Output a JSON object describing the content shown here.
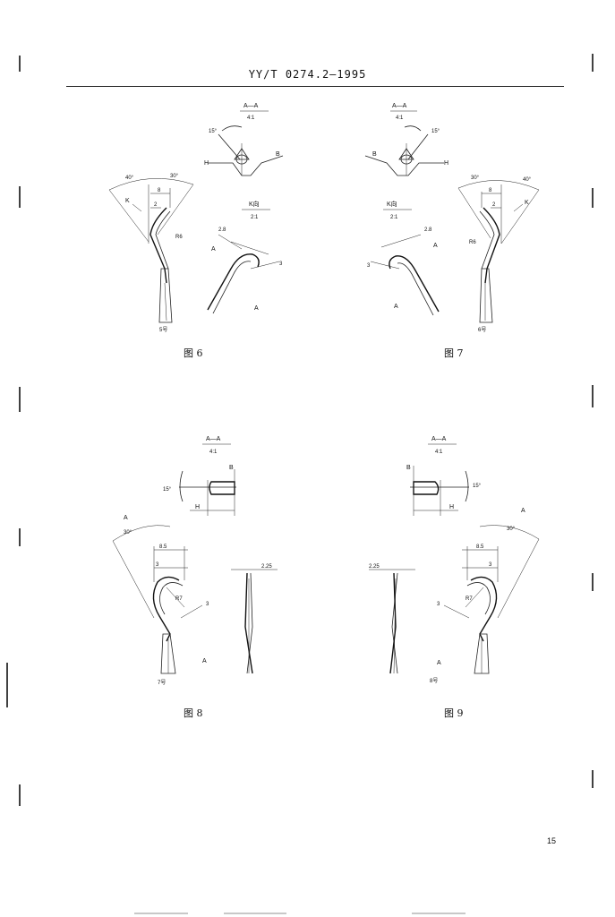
{
  "header": {
    "standard": "YY/T 0274.2—1995"
  },
  "page_number": "15",
  "figures": [
    {
      "caption": "图 6",
      "number_label": "5号",
      "section": {
        "title": "A—A",
        "scale": "4:1",
        "angle": "15°",
        "h": "H",
        "b": "B"
      },
      "view": {
        "title": "K向",
        "scale": "2:1",
        "d1": "2.8",
        "d2": "3",
        "a1": "A",
        "a2": "A"
      },
      "main": {
        "ang1": "40°",
        "ang2": "30°",
        "d8": "8",
        "d2": "2",
        "k": "K",
        "r": "R6"
      }
    },
    {
      "caption": "图 7",
      "number_label": "6号",
      "section": {
        "title": "A—A",
        "scale": "4:1",
        "angle": "15°",
        "h": "H",
        "b": "B"
      },
      "view": {
        "title": "K向",
        "scale": "2:1",
        "d1": "2.8",
        "d2": "3",
        "a1": "A",
        "a2": "A"
      },
      "main": {
        "ang1": "30°",
        "ang2": "40°",
        "d8": "8",
        "d2": "2",
        "k": "K",
        "r": "R6"
      }
    },
    {
      "caption": "图 8",
      "number_label": "7号",
      "section": {
        "title": "A—A",
        "scale": "4:1",
        "angle": "15°",
        "h": "H",
        "b": "B"
      },
      "main": {
        "ang": "30°",
        "d85": "8.5",
        "d3": "3",
        "r": "R7",
        "d3b": "3",
        "a1": "A",
        "a2": "A"
      },
      "side": {
        "d": "2.25"
      }
    },
    {
      "caption": "图 9",
      "number_label": "8号",
      "section": {
        "title": "A—A",
        "scale": "4:1",
        "angle": "15°",
        "h": "H",
        "b": "B"
      },
      "main": {
        "ang": "30°",
        "d85": "8.5",
        "d3": "3",
        "r": "R7",
        "d3b": "3",
        "a1": "A",
        "a2": "A"
      },
      "side": {
        "d": "2.25"
      }
    }
  ]
}
